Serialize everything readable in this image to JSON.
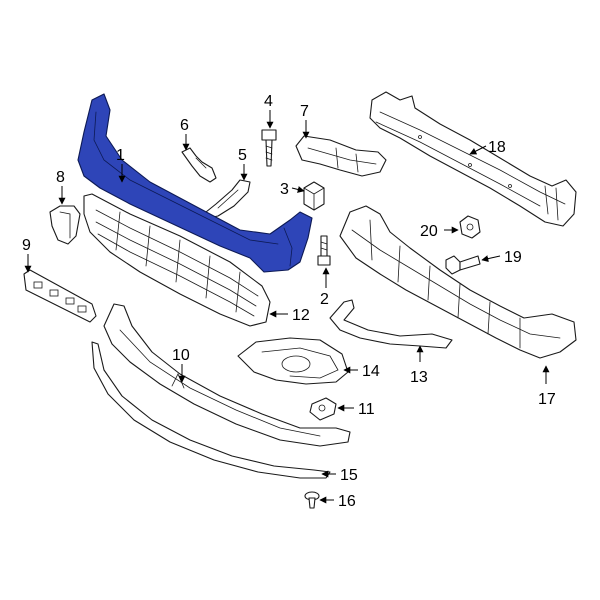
{
  "highlight_color": "#2e45b8",
  "callouts": {
    "c1": "1",
    "c2": "2",
    "c3": "3",
    "c4": "4",
    "c5": "5",
    "c6": "6",
    "c7": "7",
    "c8": "8",
    "c9": "9",
    "c10": "10",
    "c11": "11",
    "c12": "12",
    "c13": "13",
    "c14": "14",
    "c15": "15",
    "c16": "16",
    "c17": "17",
    "c18": "18",
    "c19": "19",
    "c20": "20"
  }
}
